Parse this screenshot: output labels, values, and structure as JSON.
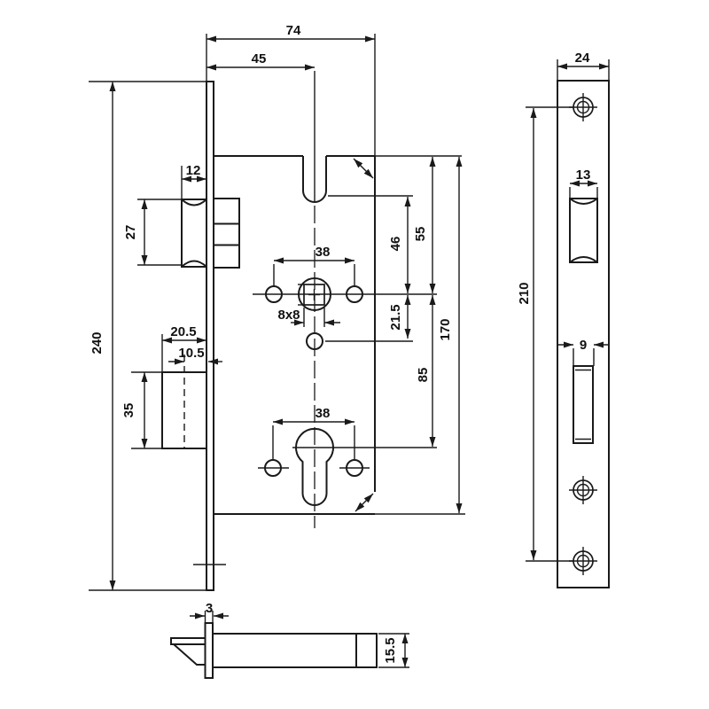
{
  "drawing": {
    "dims": {
      "74": "74",
      "45": "45",
      "240": "240",
      "12": "12",
      "27": "27",
      "20_5": "20.5",
      "10_5": "10.5",
      "35": "35",
      "38": "38",
      "8x8": "8x8",
      "46": "46",
      "55": "55",
      "21_5": "21.5",
      "85": "85",
      "170": "170",
      "24": "24",
      "210": "210",
      "13": "13",
      "9": "9",
      "3": "3",
      "15_5": "15.5"
    },
    "colors": {
      "line": "#1a1a1a",
      "background": "#ffffff"
    }
  }
}
